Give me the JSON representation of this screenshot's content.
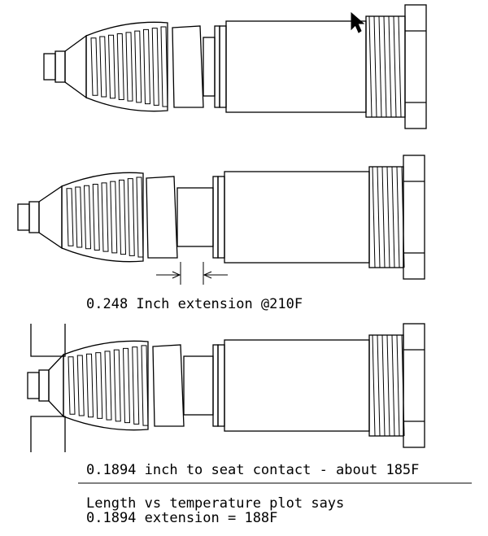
{
  "annotations": {
    "extension_label": "0.248 Inch extension @210F",
    "seat_label": "0.1894 inch to seat contact - about 185F",
    "plot_line1": "Length vs temperature plot says",
    "plot_line2": "0.1894 extension = 188F"
  },
  "cursor": {
    "icon": "arrow-cursor-icon"
  },
  "colors": {
    "line": "#000000",
    "background": "#ffffff"
  }
}
